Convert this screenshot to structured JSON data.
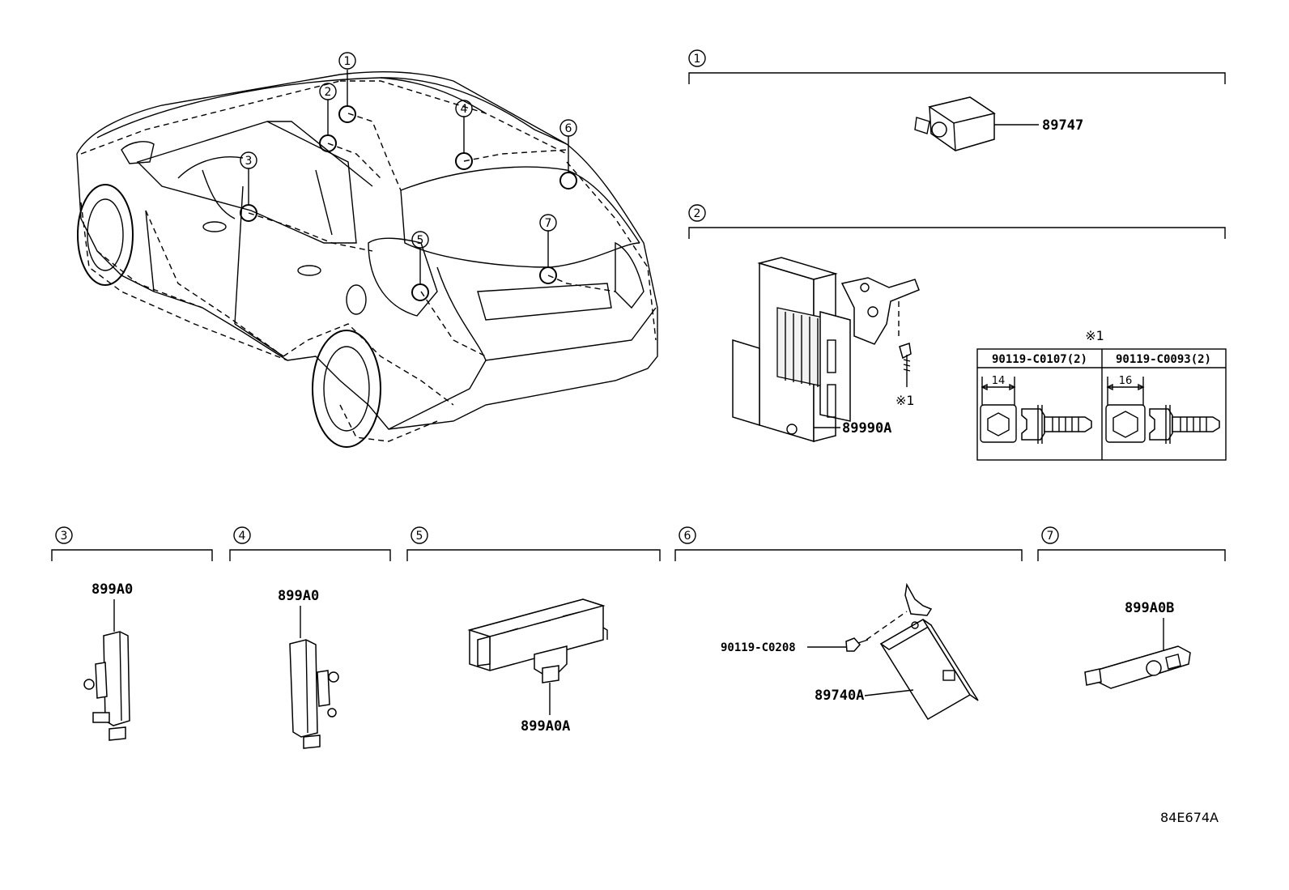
{
  "diagram_code": "84E674A",
  "note_mark": "※1",
  "locations": [
    {
      "n": "1"
    },
    {
      "n": "2"
    },
    {
      "n": "3"
    },
    {
      "n": "4"
    },
    {
      "n": "5"
    },
    {
      "n": "6"
    },
    {
      "n": "7"
    }
  ],
  "sections": {
    "s1": {
      "n": "1",
      "parts": [
        "89747"
      ]
    },
    "s2": {
      "n": "2",
      "parts": [
        "89990A"
      ],
      "note": "※1"
    },
    "s3": {
      "n": "3",
      "parts": [
        "899A0"
      ]
    },
    "s4": {
      "n": "4",
      "parts": [
        "899A0"
      ]
    },
    "s5": {
      "n": "5",
      "parts": [
        "899A0A"
      ]
    },
    "s6": {
      "n": "6",
      "parts": [
        "90119-C0208",
        "89740A"
      ]
    },
    "s7": {
      "n": "7",
      "parts": [
        "899A0B"
      ]
    }
  },
  "bolt_table": {
    "title": "※1",
    "columns": [
      {
        "part": "90119-C0107(2)",
        "size": "14"
      },
      {
        "part": "90119-C0093(2)",
        "size": "16"
      }
    ]
  }
}
